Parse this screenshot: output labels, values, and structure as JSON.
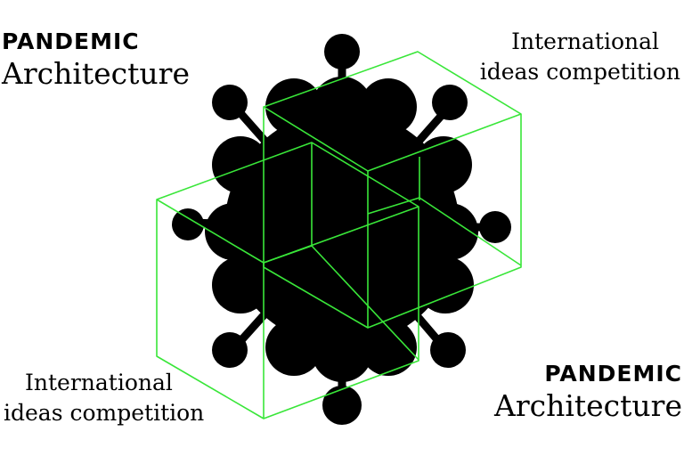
{
  "top_left": {
    "logo": "PANDEMIC",
    "subtitle": "Architecture"
  },
  "top_right": {
    "line1": "International",
    "line2": "ideas competition"
  },
  "bottom_left": {
    "line1": "International",
    "line2": "ideas competition"
  },
  "bottom_right": {
    "logo": "PANDEMIC",
    "subtitle": "Architecture"
  },
  "colors": {
    "background": "#ffffff",
    "virus": "#000000",
    "cube_outline": "#39e639"
  },
  "graphic": {
    "virus_icon": "virus-icon",
    "cube_icon": "wireframe-cube-icon"
  }
}
